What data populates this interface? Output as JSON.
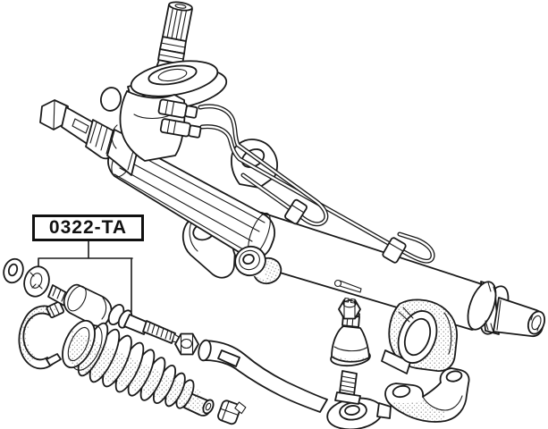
{
  "diagram": {
    "label": {
      "text": "0322-TA"
    },
    "colors": {
      "line": "#1a1a1a",
      "background": "#ffffff",
      "label_text": "#111111"
    },
    "parts": [
      "steering-gear-assembly",
      "input-shaft",
      "valve-housing",
      "pinion-flange",
      "pressure-pipes",
      "pipe-clamp",
      "mounting-ear-upper",
      "mounting-ear-lower",
      "rack-end-left",
      "rack-end-right",
      "lock-collar",
      "grommet",
      "washer",
      "lock-washer",
      "boot-band-clamp",
      "inner-tie-rod-axial-joint",
      "steering-boot",
      "boot-small-clamp",
      "jam-nut",
      "tie-rod-end",
      "ball-stud",
      "dust-cover",
      "castle-nut",
      "cotter-pin",
      "rack-mount-bushing",
      "mount-bracket"
    ]
  }
}
